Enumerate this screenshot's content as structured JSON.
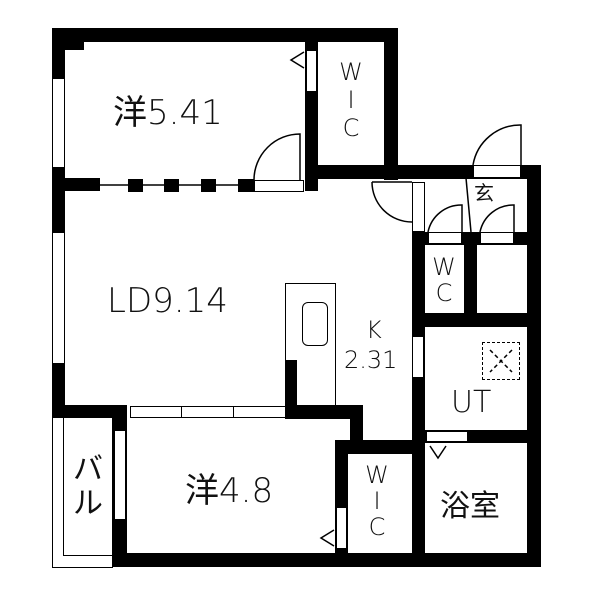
{
  "floorplan": {
    "rooms": {
      "western_room_1": {
        "label": "洋5.41",
        "type": "western-style room",
        "size": "5.41"
      },
      "wic_top": {
        "label_parts": [
          "W",
          "I",
          "C"
        ]
      },
      "ld": {
        "label": "LD9.14",
        "size": "9.14"
      },
      "kitchen": {
        "label_line1": "K",
        "label_line2": "2.31"
      },
      "entrance": {
        "label": "玄"
      },
      "wc": {
        "label_parts": [
          "W",
          "C"
        ]
      },
      "utility": {
        "label": "UT"
      },
      "bathroom": {
        "label": "浴室"
      },
      "western_room_2": {
        "label": "洋4.8",
        "type": "western-style room",
        "size": "4.8"
      },
      "wic_bottom": {
        "label_parts": [
          "W",
          "I",
          "C"
        ]
      },
      "balcony": {
        "label_parts": [
          "バ",
          "ル"
        ]
      }
    },
    "colors": {
      "wall": "#000000",
      "background": "#ffffff",
      "text": "#111111"
    }
  }
}
